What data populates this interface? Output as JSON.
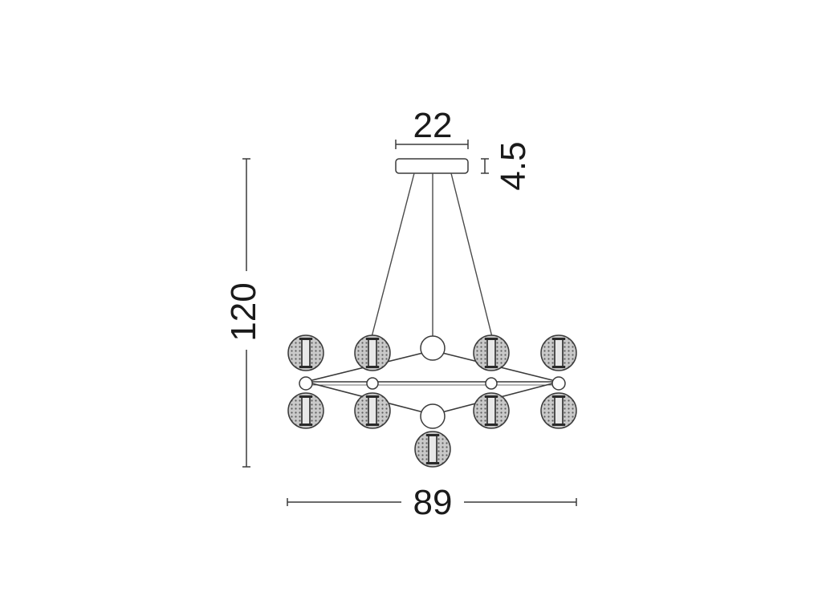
{
  "dimensions": {
    "canopy_width": "22",
    "canopy_height": "4.5",
    "total_height": "120",
    "total_width": "89"
  },
  "colors": {
    "line": "#3a3a3a",
    "text": "#1a1a1a",
    "globe_shade": "#9a9a9a",
    "background": "#ffffff"
  }
}
